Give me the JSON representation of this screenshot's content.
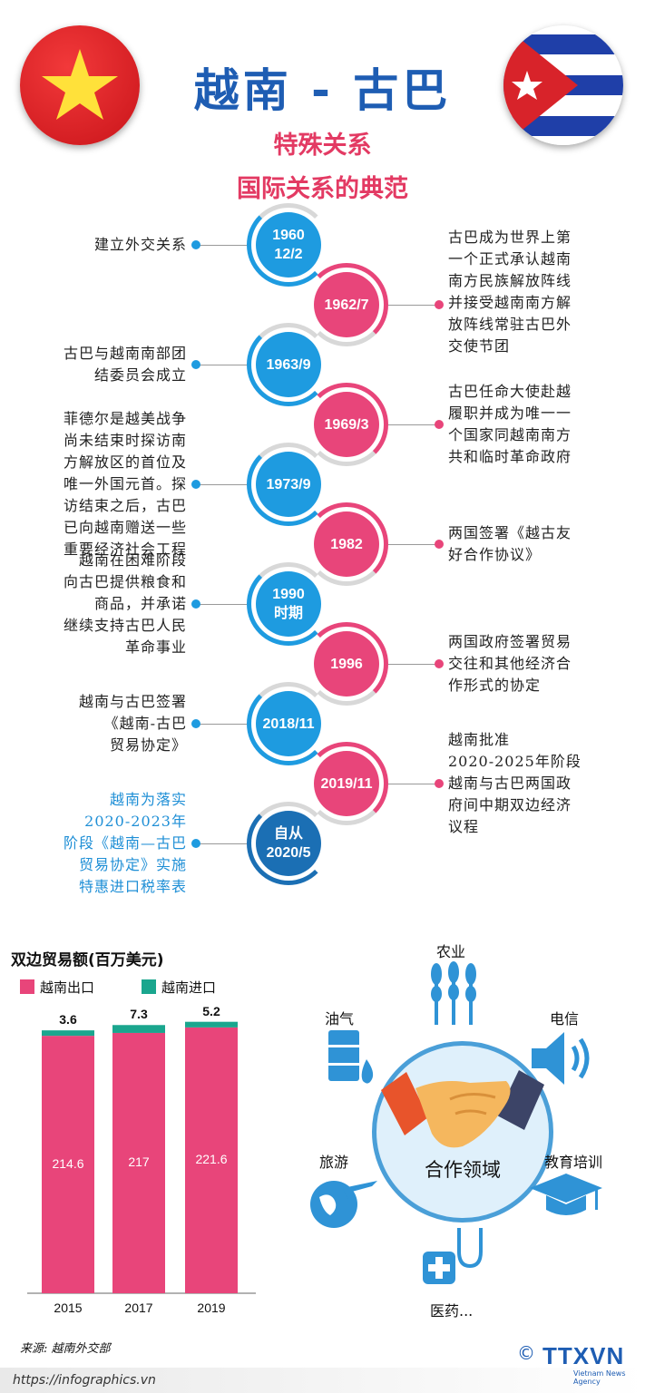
{
  "header": {
    "title": "越南 - 古巴",
    "subtitle_1": "特殊关系",
    "subtitle_2": "国际关系的典范"
  },
  "colors": {
    "blue": "#1e9be0",
    "pink": "#e8457a",
    "dark_blue": "#1e5db3",
    "export": "#e8457a",
    "import": "#1aa68e"
  },
  "timeline": [
    {
      "date": "1960\n12/2",
      "side": "left",
      "color": "blue",
      "text": "建立外交关系"
    },
    {
      "date": "1962/7",
      "side": "right",
      "color": "pink",
      "text": "古巴成为世界上第\n一个正式承认越南\n南方民族解放阵线\n并接受越南南方解\n放阵线常驻古巴外\n交使节团"
    },
    {
      "date": "1963/9",
      "side": "left",
      "color": "blue",
      "text": "古巴与越南南部团\n结委员会成立"
    },
    {
      "date": "1969/3",
      "side": "right",
      "color": "pink",
      "text": "古巴任命大使赴越\n履职并成为唯一一\n个国家同越南南方\n共和临时革命政府"
    },
    {
      "date": "1973/9",
      "side": "left",
      "color": "blue",
      "text": "菲德尔是越美战争\n尚未结束时探访南\n方解放区的首位及\n唯一外国元首。探\n访结束之后，古巴\n已向越南赠送一些\n重要经济社会工程"
    },
    {
      "date": "1982",
      "side": "right",
      "color": "pink",
      "text": "两国签署《越古友\n好合作协议》"
    },
    {
      "date": "1990\n时期",
      "side": "left",
      "color": "blue",
      "text": "越南在困难阶段\n向古巴提供粮食和\n商品，并承诺\n继续支持古巴人民\n革命事业"
    },
    {
      "date": "1996",
      "side": "right",
      "color": "pink",
      "text": "两国政府签署贸易\n交往和其他经济合\n作形式的协定"
    },
    {
      "date": "2018/11",
      "side": "left",
      "color": "blue",
      "text": "越南与古巴签署\n《越南-古巴\n贸易协定》"
    },
    {
      "date": "2019/11",
      "side": "right",
      "color": "pink",
      "text": "越南批准\n2020-2025年阶段\n越南与古巴两国政\n府间中期双边经济\n议程"
    },
    {
      "date": "自从\n2020/5",
      "side": "left",
      "color": "darkblue",
      "text": "越南为落实\n2020-2023年\n阶段《越南—古巴\n贸易协定》实施\n特惠进口税率表"
    }
  ],
  "chart_data": {
    "type": "bar",
    "title": "双边贸易额(百万美元)",
    "stacked": true,
    "categories": [
      "2015",
      "2017",
      "2019"
    ],
    "series": [
      {
        "name": "越南出口",
        "color": "#e8457a",
        "values": [
          214.6,
          217,
          221.6
        ]
      },
      {
        "name": "越南进口",
        "color": "#1aa68e",
        "values": [
          3.6,
          7.3,
          5.2
        ]
      }
    ]
  },
  "cooperation": {
    "center": "合作领域",
    "fields": [
      {
        "label": "农业",
        "icon": "wheat-icon"
      },
      {
        "label": "电信",
        "icon": "speaker-icon"
      },
      {
        "label": "教育培训",
        "icon": "graduation-cap-icon"
      },
      {
        "label": "医药...",
        "icon": "stethoscope-icon"
      },
      {
        "label": "旅游",
        "icon": "airplane-globe-icon"
      },
      {
        "label": "油气",
        "icon": "oil-barrel-icon"
      }
    ]
  },
  "footer": {
    "source": "来源: 越南外交部",
    "url": "https://infographics.vn",
    "logo": "TTXVN",
    "logo_sub": "Vietnam News Agency",
    "copyright": "©"
  }
}
